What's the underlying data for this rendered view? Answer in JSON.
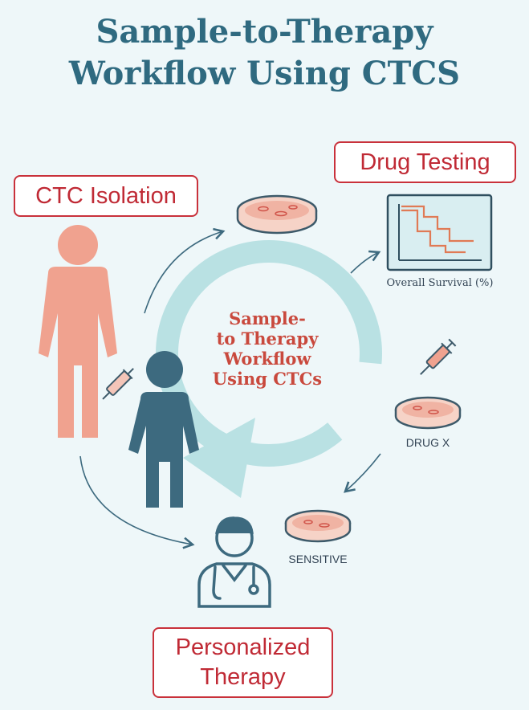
{
  "title": {
    "line1": "Sample-to-Therapy",
    "line2": "Workflow Using CTCS"
  },
  "stages": {
    "isolation": "CTC Isolation",
    "drug_testing": "Drug Testing",
    "therapy_line1": "Personalized",
    "therapy_line2": "Therapy"
  },
  "center": {
    "line1": "Sample-",
    "line2": "to Therapy",
    "line3": "Workflow",
    "line4": "Using CTCs"
  },
  "labels": {
    "survival": "Overall Survival (%)",
    "drug": "DRUG X",
    "sensitive": "SENSITIVE"
  },
  "colors": {
    "accent_red": "#c9313b",
    "title_blue": "#2f6a80",
    "patient_salmon": "#f0a28f",
    "person_blue": "#3d6a7f",
    "cycle_arrow": "#b9e1e3"
  }
}
